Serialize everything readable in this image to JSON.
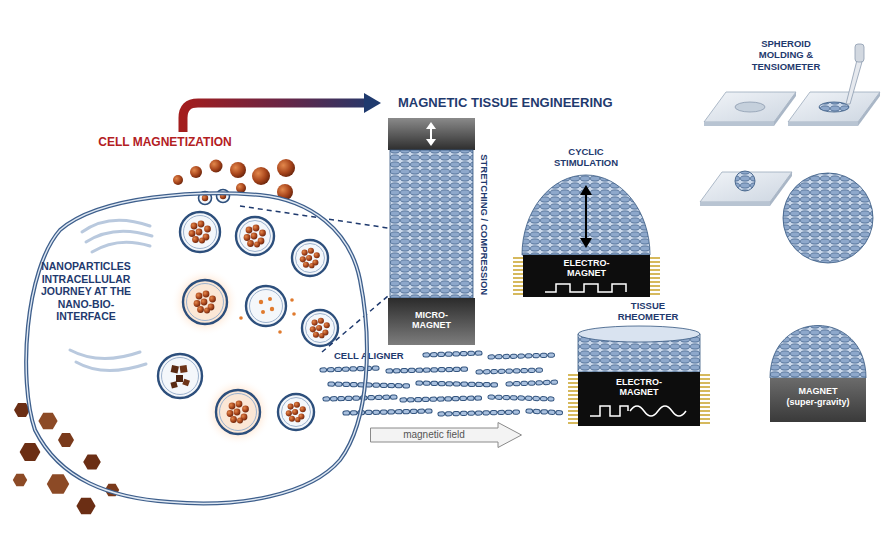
{
  "diagram": {
    "title": "MAGNETIC TISSUE ENGINEERING",
    "nodes": [
      {
        "text": [
          "CELL MAGNETIZATION",
          "NANOPARTICLES INTRACELLULAR JOURNEY AT THE NANO-BIO-INTERFACE"
        ]
      },
      {
        "text": [
          "MICRO-MAGNET"
        ]
      },
      {
        "text": [
          "ELECTRO-MAGNET"
        ]
      },
      {
        "text": [
          "magnetic field"
        ]
      },
      {
        "text": [
          "ELECTRO-MAGNET"
        ]
      },
      {
        "text": [
          "MAGNET (super-gravity)"
        ]
      }
    ],
    "labels": [
      "STRETCHING / COMPRESSION",
      "CYCLIC STIMULATION",
      "SPHEROID MOLDING & TENSIOMETER",
      "CELL ALIGNER",
      "TISSUE RHEOMETER"
    ]
  }
}
